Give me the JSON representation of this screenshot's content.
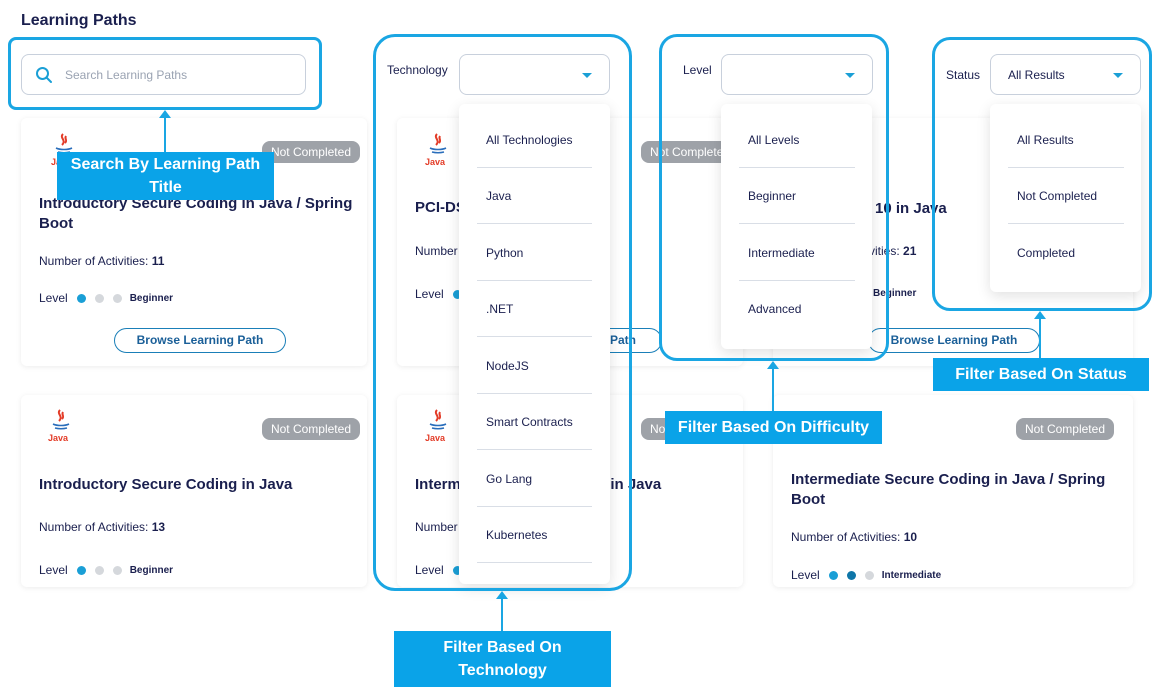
{
  "page_title": "Learning Paths",
  "search": {
    "placeholder": "Search Learning Paths"
  },
  "filters": {
    "technology": {
      "label": "Technology",
      "selected": "",
      "options": [
        "All Technologies",
        "Java",
        "Python",
        ".NET",
        "NodeJS",
        "Smart Contracts",
        "Go Lang",
        "Kubernetes"
      ]
    },
    "level": {
      "label": "Level",
      "selected": "",
      "options": [
        "All Levels",
        "Beginner",
        "Intermediate",
        "Advanced"
      ]
    },
    "status": {
      "label": "Status",
      "selected": "All Results",
      "options": [
        "All Results",
        "Not Completed",
        "Completed"
      ]
    }
  },
  "cards": [
    {
      "logo_text": "Java",
      "badge": "Not Completed",
      "title": "Introductory Secure Coding in Java / Spring Boot",
      "activities_label": "Number of Activities:",
      "activities": "11",
      "level_label": "Level",
      "level_name": "Beginner",
      "level_value": 1,
      "button": "Browse Learning Path"
    },
    {
      "logo_text": "Java",
      "badge": "Not Completed",
      "title": "PCI-DS",
      "activities_label": "Number",
      "level_label": "Level",
      "button": "Path"
    },
    {
      "badge": "",
      "title": "10 in Java",
      "activities_label": "vities:",
      "activities": "21",
      "level_name": "Beginner",
      "button": "Browse Learning Path"
    },
    {
      "logo_text": "Java",
      "badge": "Not Completed",
      "title": "Introductory Secure Coding in Java",
      "activities_label": "Number of Activities:",
      "activities": "13",
      "level_label": "Level",
      "level_name": "Beginner",
      "level_value": 1
    },
    {
      "logo_text": "Java",
      "badge": "No",
      "title_left": "Interm",
      "title_right": "g in Java",
      "activities_label": "Number",
      "level_label": "Level"
    },
    {
      "badge": "Not Completed",
      "title": "Intermediate Secure Coding in Java / Spring Boot",
      "activities_label": "Number of Activities:",
      "activities": "10",
      "level_label": "Level",
      "level_name": "Intermediate",
      "level_value": 2
    }
  ],
  "callouts": {
    "search": "Search By Learning Path Title",
    "technology": "Filter Based On Technology",
    "difficulty": "Filter Based On Difficulty",
    "status": "Filter Based On Status"
  },
  "colors": {
    "accent": "#1aa6e3",
    "callout_bg": "#0aa3e8",
    "badge_bg": "#9ea2a8",
    "title_text": "#1a1f4e",
    "java_red": "#e33c28"
  }
}
